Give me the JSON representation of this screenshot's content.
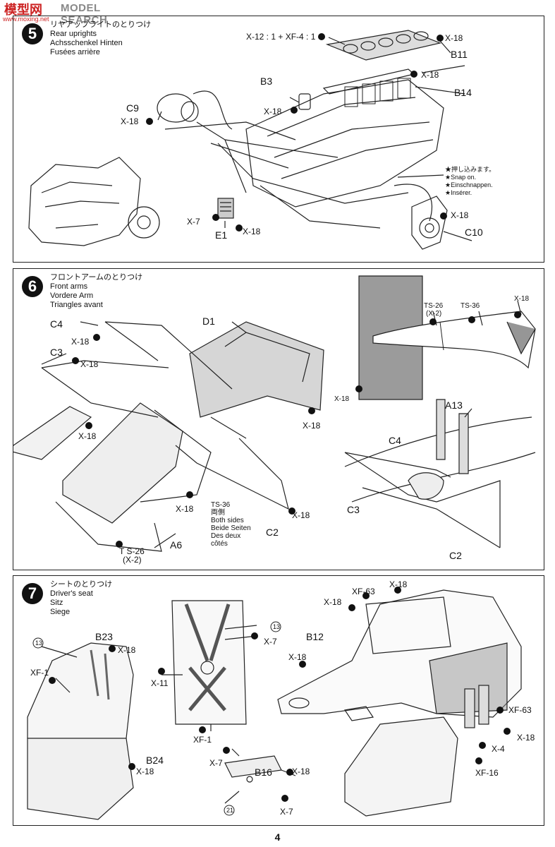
{
  "watermark": {
    "brand": "模型网",
    "site": "MODEL SEARCH",
    "url": "www.moxing.net"
  },
  "page_number": "4",
  "steps": {
    "s5": {
      "number": "5",
      "title_jp": "リヤアップライトのとりつけ",
      "title_en": "Rear uprights",
      "title_de": "Achsschenkel Hinten",
      "title_fr": "Fusées arrière",
      "paint_mix": "X-12 : 1 + XF-4 : 1",
      "labels": {
        "b11": "B11",
        "b14": "B14",
        "b3": "B3",
        "c9": "C9",
        "c10": "C10",
        "e1": "E1",
        "x18": "X-18",
        "x7": "X-7"
      },
      "snap": [
        "★押し込みます。",
        "★Snap on.",
        "★Einschnappen.",
        "★Insérer."
      ]
    },
    "s6": {
      "number": "6",
      "title_jp": "フロントアームのとりつけ",
      "title_en": "Front arms",
      "title_de": "Vordere Arm",
      "title_fr": "Triangles avant",
      "labels": {
        "c4": "C4",
        "c3": "C3",
        "c2": "C2",
        "d1": "D1",
        "a6": "A6",
        "a13": "A13",
        "x18": "X-18",
        "ts26": "TS-26",
        "x2": "(X-2)",
        "ts36": "TS-36",
        "ts26b": "T S-26",
        "x2b": "(X-2)"
      },
      "both_sides": [
        "両側",
        "Both sides",
        "Beide Seiten",
        "Des deux",
        "côtés"
      ]
    },
    "s7": {
      "number": "7",
      "title_jp": "シートのとりつけ",
      "title_en": "Driver's seat",
      "title_de": "Sitz",
      "title_fr": "Siege",
      "labels": {
        "b23": "B23",
        "b24": "B24",
        "b12": "B12",
        "b16": "B16",
        "x18": "X-18",
        "xf1": "XF-1",
        "x11": "X-11",
        "x7": "X-7",
        "xf63": "XF-63",
        "x4": "X-4",
        "xf16": "XF-16",
        "n13": "13",
        "n21": "21"
      }
    }
  }
}
